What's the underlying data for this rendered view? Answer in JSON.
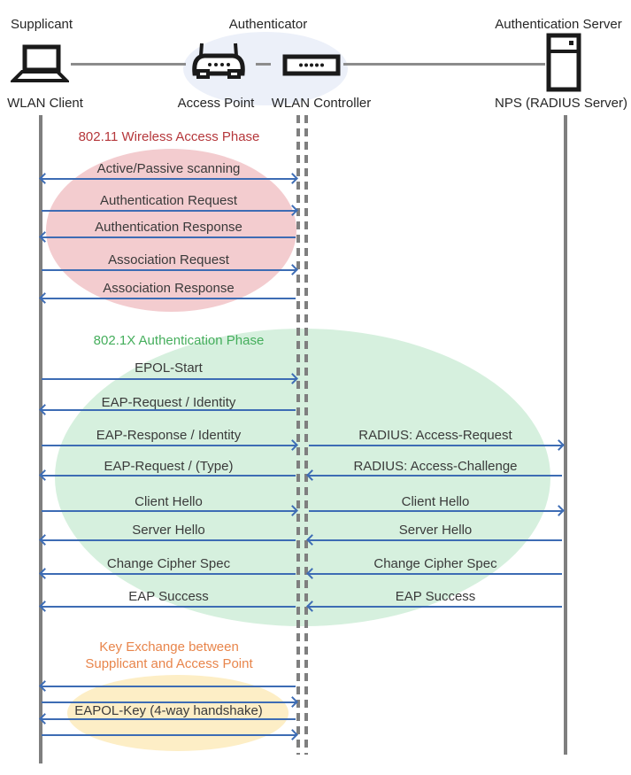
{
  "diagram": {
    "columns": {
      "supplicant": {
        "role": "Supplicant",
        "device": "WLAN Client"
      },
      "authenticator": {
        "role": "Authenticator",
        "access_point": "Access Point",
        "controller": "WLAN Controller"
      },
      "authentication_server": {
        "role": "Authentication Server",
        "device": "NPS (RADIUS Server)"
      }
    },
    "phases": [
      {
        "title": "802.11 Wireless Access Phase",
        "title_color": "#B5373B",
        "ellipse_color": "#F3CCCF",
        "messages": [
          {
            "label": "Active/Passive scanning",
            "direction": "both",
            "segment": "client-controller"
          },
          {
            "label": "Authentication Request",
            "direction": "right",
            "segment": "client-controller"
          },
          {
            "label": "Authentication Response",
            "direction": "left",
            "segment": "client-controller"
          },
          {
            "label": "Association Request",
            "direction": "right",
            "segment": "client-controller"
          },
          {
            "label": "Association Response",
            "direction": "left",
            "segment": "client-controller"
          }
        ]
      },
      {
        "title": "802.1X Authentication Phase",
        "title_color": "#45AE5C",
        "ellipse_color": "#D6F0DE",
        "messages": [
          {
            "label": "EPOL-Start",
            "direction": "right",
            "segment": "client-controller"
          },
          {
            "label": "EAP-Request / Identity",
            "direction": "left",
            "segment": "client-controller"
          },
          {
            "label": "EAP-Response / Identity",
            "direction": "right",
            "segment": "client-controller"
          },
          {
            "label": "RADIUS: Access-Request",
            "direction": "right",
            "segment": "controller-server"
          },
          {
            "label": "EAP-Request / (Type)",
            "direction": "left",
            "segment": "client-controller"
          },
          {
            "label": "RADIUS: Access-Challenge",
            "direction": "left",
            "segment": "controller-server"
          },
          {
            "label": "Client Hello",
            "direction": "right",
            "segment": "client-controller"
          },
          {
            "label": "Client Hello",
            "direction": "right",
            "segment": "controller-server"
          },
          {
            "label": "Server Hello",
            "direction": "left",
            "segment": "client-controller"
          },
          {
            "label": "Server Hello",
            "direction": "left",
            "segment": "controller-server"
          },
          {
            "label": "Change Cipher Spec",
            "direction": "left",
            "segment": "client-controller"
          },
          {
            "label": "Change Cipher Spec",
            "direction": "left",
            "segment": "controller-server"
          },
          {
            "label": "EAP Success",
            "direction": "left",
            "segment": "client-controller"
          },
          {
            "label": "EAP Success",
            "direction": "left",
            "segment": "controller-server"
          }
        ]
      },
      {
        "title_line1": "Key Exchange between",
        "title_line2": "Supplicant and Access Point",
        "title_color": "#E8854B",
        "ellipse_color": "#FDEEC6",
        "messages": [
          {
            "label": "",
            "direction": "left",
            "segment": "client-controller"
          },
          {
            "label": "",
            "direction": "right",
            "segment": "client-controller"
          },
          {
            "label": "EAPOL-Key (4-way handshake)",
            "direction": "left",
            "segment": "client-controller"
          },
          {
            "label": "",
            "direction": "right",
            "segment": "client-controller"
          }
        ]
      }
    ],
    "colors": {
      "arrow": "#3D6CB4",
      "lifeline": "#7F7F7F",
      "label_text": "#3A3A3A",
      "authenticator_halo": "#ECF0F9"
    }
  }
}
